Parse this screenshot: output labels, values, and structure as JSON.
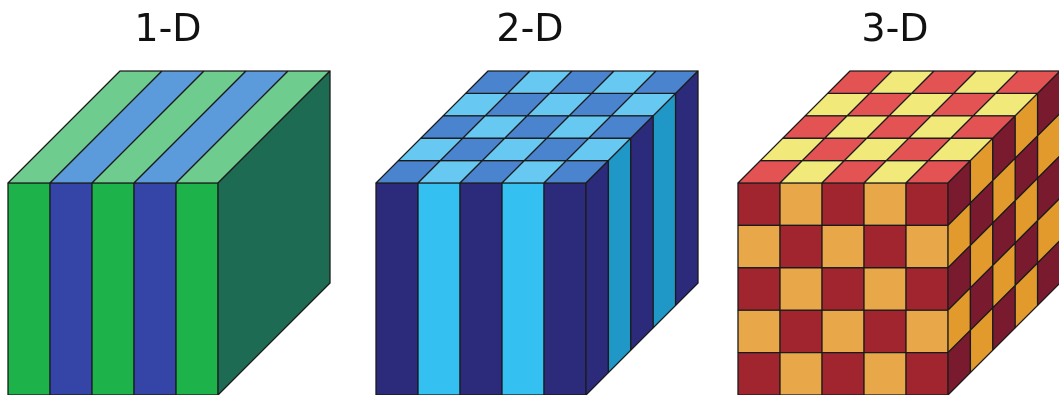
{
  "panels": [
    {
      "title": "1-D",
      "colors": {
        "front_a": "#1db34a",
        "front_b": "#3444a7",
        "top_a": "#6fcc8f",
        "top_b": "#5b9bdc",
        "side": "#1d6b52"
      }
    },
    {
      "title": "2-D",
      "colors": {
        "front_a": "#2c2a7b",
        "front_b": "#34c1f2",
        "top_a": "#4b84ce",
        "top_b": "#67c9f2",
        "side_a": "#2c2a7b",
        "side_b": "#1f98c8"
      }
    },
    {
      "title": "3-D",
      "colors": {
        "front_a": "#a0252f",
        "front_b": "#e8a84a",
        "top_a": "#e35353",
        "top_b": "#f1e979",
        "side_a": "#7a1a2e",
        "side_b": "#e39a2c"
      }
    }
  ]
}
